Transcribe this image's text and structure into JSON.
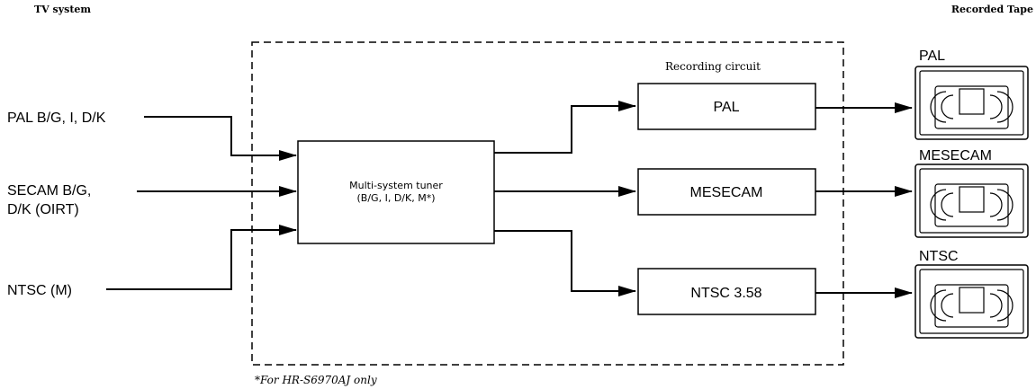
{
  "headers": {
    "tv_system": "TV system",
    "recorded_tape": "Recorded Tape"
  },
  "inputs": {
    "pal": "PAL B/G, I, D/K",
    "secam_line1": "SECAM B/G,",
    "secam_line2": "D/K (OIRT)",
    "ntsc": "NTSC (M)"
  },
  "tuner": {
    "line1": "Multi-system tuner",
    "line2": "(B/G, I, D/K, M*)"
  },
  "recording_circuit": {
    "label": "Recording circuit",
    "boxes": [
      "PAL",
      "MESECAM",
      "NTSC 3.58"
    ]
  },
  "tapes": [
    "PAL",
    "MESECAM",
    "NTSC"
  ],
  "footnote": "*For HR-S6970AJ only"
}
